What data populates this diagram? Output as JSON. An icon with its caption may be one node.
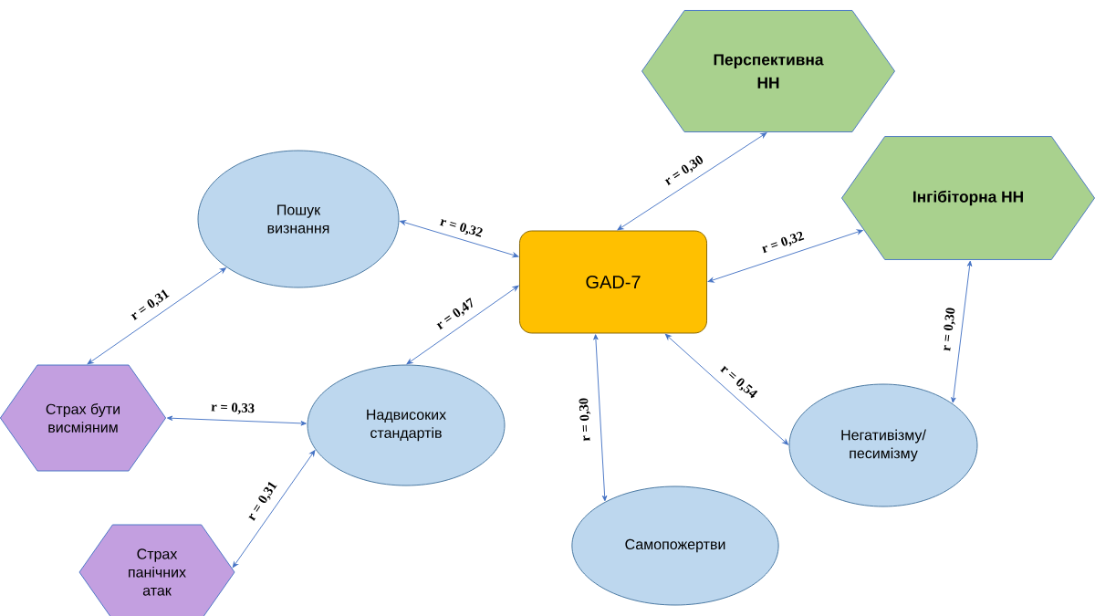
{
  "diagram": {
    "nodes": [
      {
        "text": [
          "GAD-7"
        ]
      },
      {
        "text": [
          "Перспективна НН"
        ]
      },
      {
        "text": [
          "Інгібіторна НН"
        ]
      },
      {
        "text": [
          "Пошук визнання"
        ]
      },
      {
        "text": [
          "Надвисоких стандартів"
        ]
      },
      {
        "text": [
          "Страх бути висміяним"
        ]
      },
      {
        "text": [
          "Страх панічних атак"
        ]
      },
      {
        "text": [
          "Самопожертви"
        ]
      },
      {
        "text": [
          "Негативізму/ песимізму"
        ]
      }
    ],
    "edges": [
      {
        "from": 0,
        "to": 1,
        "arrow": "both",
        "label": "r = 0,30"
      },
      {
        "from": 0,
        "to": 2,
        "arrow": "both",
        "label": "r = 0,32"
      },
      {
        "from": 0,
        "to": 3,
        "arrow": "both",
        "label": "r = 0,32"
      },
      {
        "from": 0,
        "to": 4,
        "arrow": "both",
        "label": "r = 0,47"
      },
      {
        "from": 3,
        "to": 5,
        "arrow": "both",
        "label": "r = 0,31"
      },
      {
        "from": 5,
        "to": 4,
        "arrow": "both",
        "label": "r = 0,33"
      },
      {
        "from": 6,
        "to": 4,
        "arrow": "both",
        "label": "r = 0,31"
      },
      {
        "from": 0,
        "to": 7,
        "arrow": "both",
        "label": "r = 0,30"
      },
      {
        "from": 0,
        "to": 8,
        "arrow": "both",
        "label": "r = 0,54"
      },
      {
        "from": 2,
        "to": 8,
        "arrow": "both",
        "label": "r = 0,30"
      }
    ]
  }
}
